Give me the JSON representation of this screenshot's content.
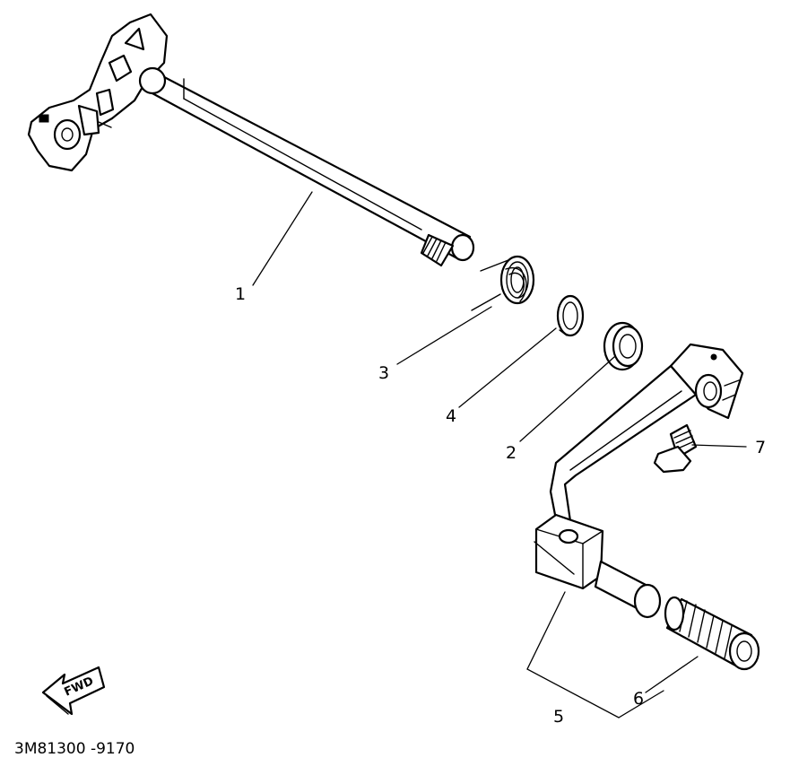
{
  "callouts": {
    "p1": "1",
    "p2": "2",
    "p3": "3",
    "p4": "4",
    "p5": "5",
    "p6": "6",
    "p7": "7"
  },
  "direction_label": "FWD",
  "drawing_code": "3M81300 -9170"
}
